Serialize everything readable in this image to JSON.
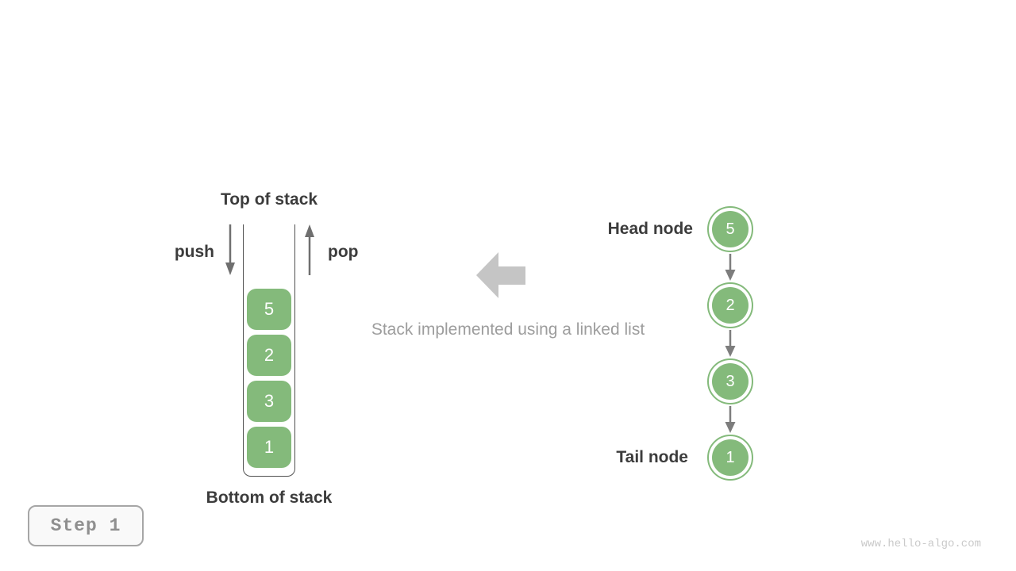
{
  "colors": {
    "node_green": "#84ba7b",
    "dark_label": "#3c3c3c",
    "caption_gray": "#9d9d9d",
    "small_arrow_gray": "#6f6f6f",
    "link_arrow_gray": "#7d7d7d",
    "big_arrow_gray": "#c5c5c5",
    "container_wall_gray": "#505050",
    "step_badge_border": "#a6a6a6",
    "step_badge_bg": "#f9f9f9",
    "step_badge_text": "#8f8f8f",
    "watermark_gray": "#cacaca"
  },
  "stack": {
    "top_label": "Top of stack",
    "bottom_label": "Bottom of stack",
    "push_label": "push",
    "pop_label": "pop",
    "items": [
      "5",
      "2",
      "3",
      "1"
    ]
  },
  "caption": "Stack implemented using a linked list",
  "linked_list": {
    "head_label": "Head node",
    "tail_label": "Tail node",
    "nodes": [
      "5",
      "2",
      "3",
      "1"
    ]
  },
  "step_badge": {
    "label": "Step 1"
  },
  "watermark": "www.hello-algo.com"
}
